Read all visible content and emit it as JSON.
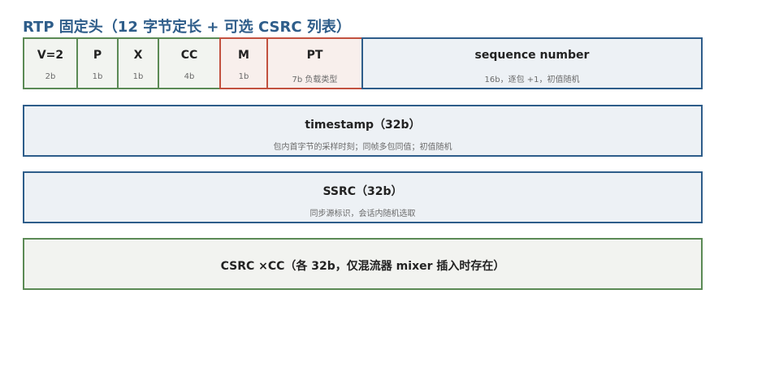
{
  "title": "RTP 固定头（12 字节定长 + 可选 CSRC 列表）",
  "colors": {
    "title": "#2e5d8a",
    "green_border": "#5b8a55",
    "red_border": "#c2513f",
    "blue_border": "#2e5d8a"
  },
  "row1": {
    "fields": [
      {
        "name": "V=2",
        "desc": "2b"
      },
      {
        "name": "P",
        "desc": "1b"
      },
      {
        "name": "X",
        "desc": "1b"
      },
      {
        "name": "CC",
        "desc": "4b"
      },
      {
        "name": "M",
        "desc": "1b"
      },
      {
        "name": "PT",
        "desc": "7b 负载类型"
      },
      {
        "name": "sequence number",
        "desc": "16b，逐包 +1，初值随机"
      }
    ]
  },
  "timestamp": {
    "name": "timestamp（32b）",
    "desc": "包内首字节的采样时刻；同帧多包同值；初值随机"
  },
  "ssrc": {
    "name": "SSRC（32b）",
    "desc": "同步源标识，会话内随机选取"
  },
  "csrc": {
    "name": "CSRC ×CC（各 32b，仅混流器 mixer 插入时存在）"
  }
}
